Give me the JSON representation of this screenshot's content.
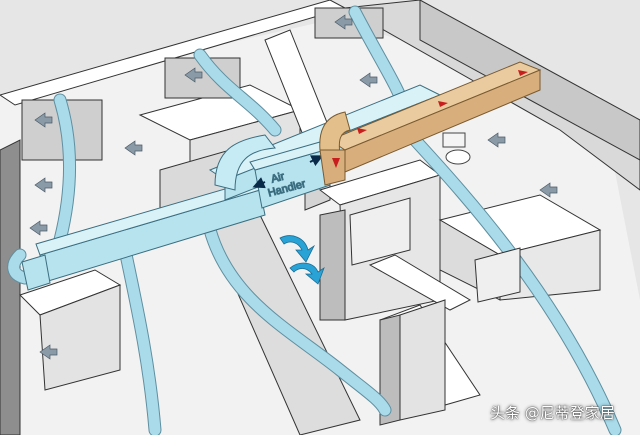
{
  "diagram": {
    "components": {
      "air_handler": {
        "label_line1": "Air",
        "label_line2": "Handler"
      }
    },
    "flow_legend": {
      "supply_arrow_color": "#c81e1e",
      "return_arrow_color": "#29a3d6",
      "exhaust_arrow_color": "#7a8a96"
    },
    "colors": {
      "supply_duct": "#d8ae7c",
      "main_duct": "#b7e3ee",
      "flex_duct": "#a9dbea",
      "wall_top": "#ffffff",
      "floor": "#f2f2f2"
    }
  },
  "watermark": {
    "text": "头条 @尼蒂登家居"
  }
}
